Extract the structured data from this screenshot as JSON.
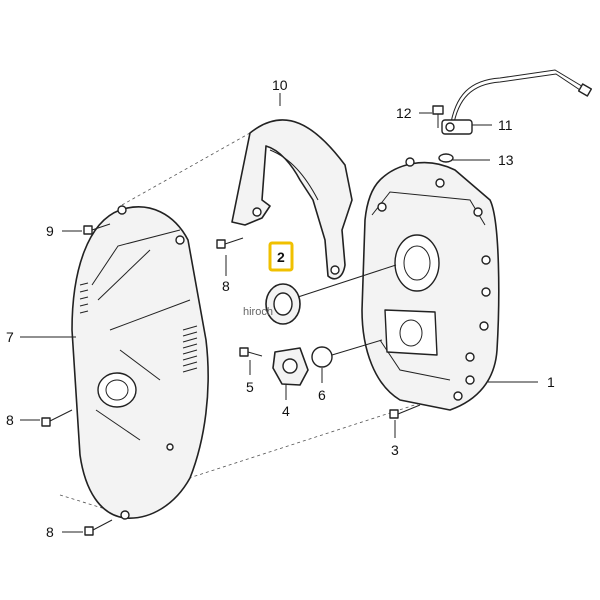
{
  "callouts": {
    "c1": "1",
    "c2": "2",
    "c3": "3",
    "c4": "4",
    "c5": "5",
    "c6": "6",
    "c7": "7",
    "c8a": "8",
    "c8b": "8",
    "c8c": "8",
    "c9": "9",
    "c10": "10",
    "c11": "11",
    "c12": "12",
    "c13": "13"
  },
  "highlight": {
    "part": "2",
    "color": "#f0c000"
  },
  "watermark": "hiroch"
}
